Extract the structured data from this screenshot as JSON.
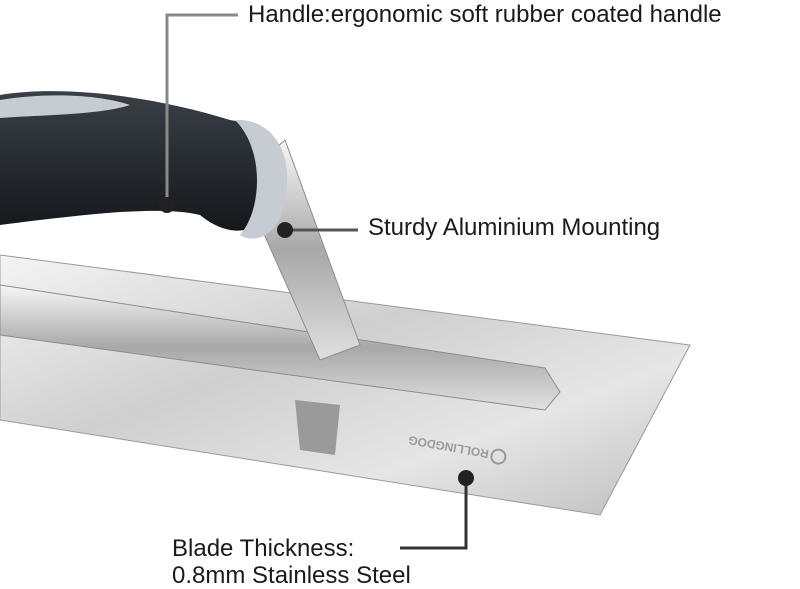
{
  "annotations": {
    "handle": "Handle:ergonomic soft rubber coated handle",
    "mounting": "Sturdy Aluminium Mounting",
    "blade_line1": "Blade Thickness:",
    "blade_line2": "0.8mm Stainless Steel"
  },
  "logo": "ROLLINGDOG",
  "colors": {
    "leader": "#8a8a8a",
    "dot": "#222222",
    "handle": "#1f2326",
    "accent_grip": "#c7ccd2"
  }
}
